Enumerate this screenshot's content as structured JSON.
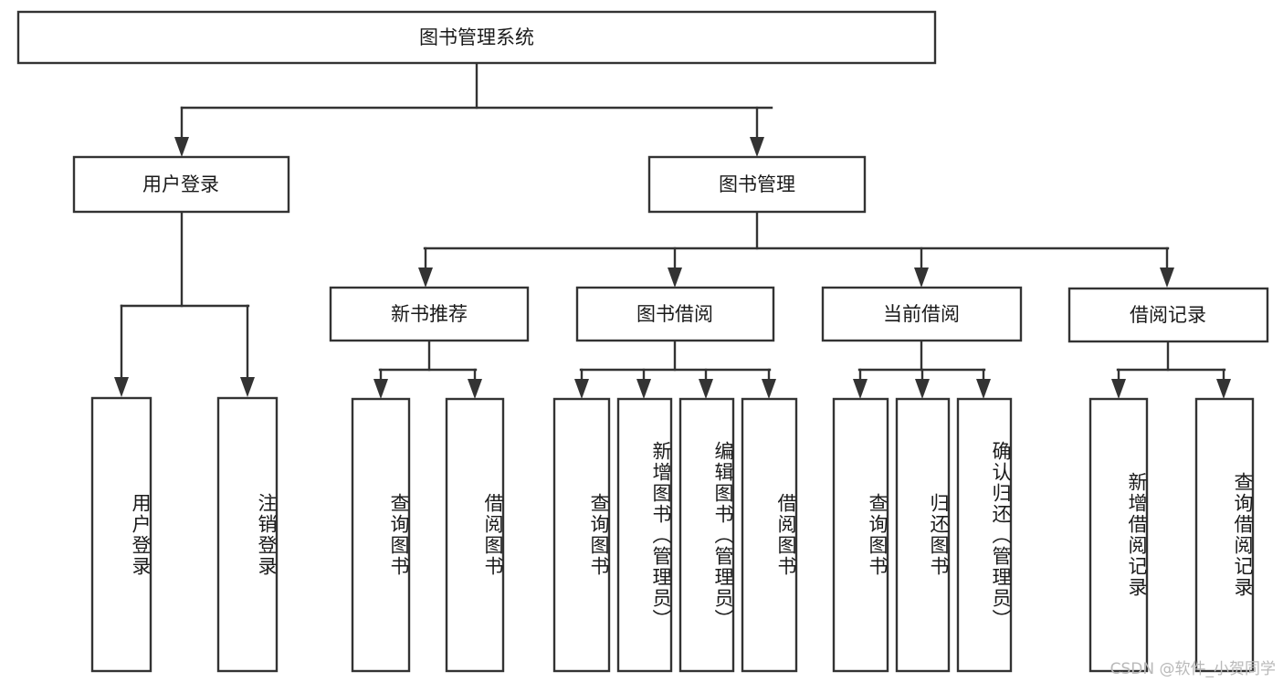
{
  "diagram": {
    "title": "图书管理系统",
    "type": "hierarchy-tree",
    "root": {
      "id": "root",
      "label": "图书管理系统"
    },
    "level2": [
      {
        "id": "user-login",
        "label": "用户登录"
      },
      {
        "id": "book-manage",
        "label": "图书管理"
      }
    ],
    "level3": [
      {
        "id": "new-book-recommend",
        "label": "新书推荐",
        "parent": "book-manage"
      },
      {
        "id": "book-borrow",
        "label": "图书借阅",
        "parent": "book-manage"
      },
      {
        "id": "current-borrow",
        "label": "当前借阅",
        "parent": "book-manage"
      },
      {
        "id": "borrow-record",
        "label": "借阅记录",
        "parent": "book-manage"
      }
    ],
    "leaves": [
      {
        "id": "leaf-user-login",
        "label": "用户登录",
        "parent": "user-login"
      },
      {
        "id": "leaf-user-logout",
        "label": "注销登录",
        "parent": "user-login"
      },
      {
        "id": "leaf-query-book-1",
        "label": "查询图书",
        "parent": "new-book-recommend"
      },
      {
        "id": "leaf-borrow-book-1",
        "label": "借阅图书",
        "parent": "new-book-recommend"
      },
      {
        "id": "leaf-query-book-2",
        "label": "查询图书",
        "parent": "book-borrow"
      },
      {
        "id": "leaf-add-book",
        "label": "新增图书（管理员）",
        "parent": "book-borrow"
      },
      {
        "id": "leaf-edit-book",
        "label": "编辑图书（管理员）",
        "parent": "book-borrow"
      },
      {
        "id": "leaf-borrow-book-2",
        "label": "借阅图书",
        "parent": "book-borrow"
      },
      {
        "id": "leaf-query-book-3",
        "label": "查询图书",
        "parent": "current-borrow"
      },
      {
        "id": "leaf-return-book",
        "label": "归还图书",
        "parent": "current-borrow"
      },
      {
        "id": "leaf-confirm-return",
        "label": "确认归还（管理员）",
        "parent": "current-borrow"
      },
      {
        "id": "leaf-add-record",
        "label": "新增借阅记录",
        "parent": "borrow-record"
      },
      {
        "id": "leaf-query-record",
        "label": "查询借阅记录",
        "parent": "borrow-record"
      }
    ]
  },
  "watermark": {
    "text": "CSDN @软件_小贺同学"
  },
  "colors": {
    "stroke": "#333333",
    "box_fill": "#ffffff",
    "text": "#1a1a1a",
    "watermark": "#b9b9b9",
    "background": "#ffffff"
  }
}
